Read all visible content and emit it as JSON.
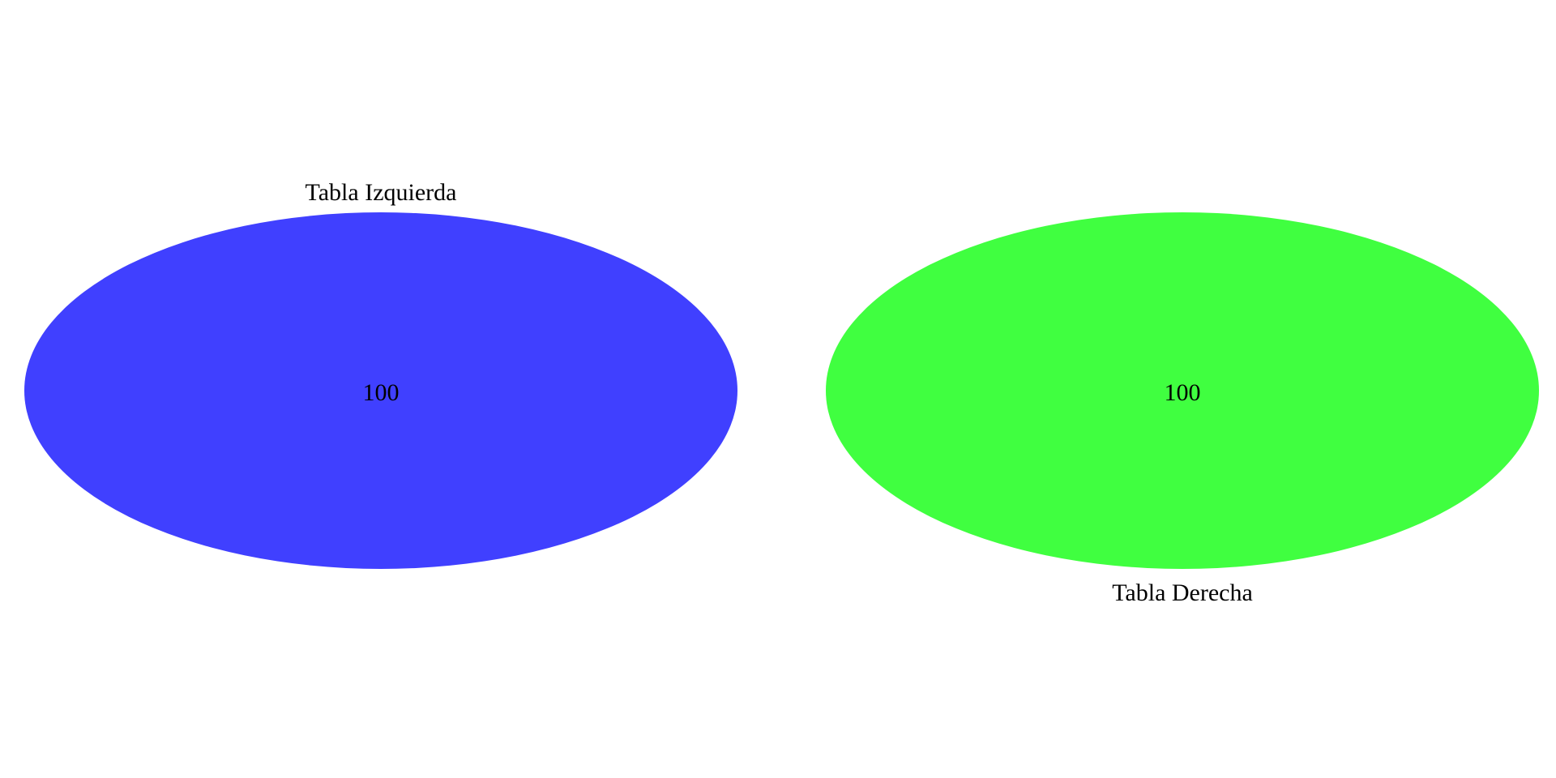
{
  "sets": [
    {
      "name": "Tabla Izquierda",
      "count": "100",
      "color": "#4040FF"
    },
    {
      "name": "Tabla Derecha",
      "count": "100",
      "color": "#40FF40"
    }
  ]
}
